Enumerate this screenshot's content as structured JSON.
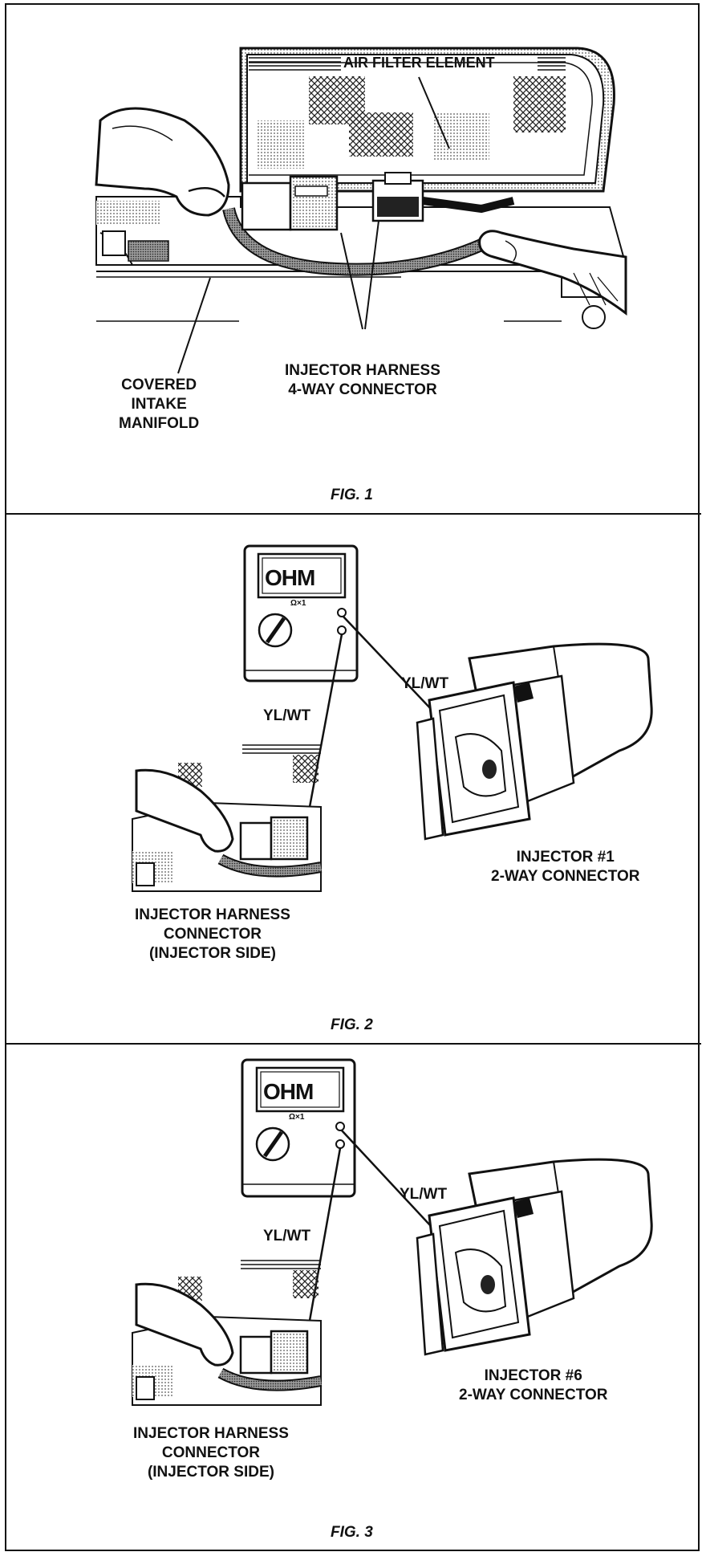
{
  "fig1": {
    "air_filter_label": "AIR FILTER ELEMENT",
    "injector_harness_label": [
      "INJECTOR HARNESS",
      "4-WAY CONNECTOR"
    ],
    "manifold_label": [
      "COVERED",
      "INTAKE",
      "MANIFOLD"
    ],
    "caption": "FIG. 1"
  },
  "fig2": {
    "meter_display": "OHM",
    "meter_range": "Ω×1",
    "wire_label_right": "YL/WT",
    "wire_label_left": "YL/WT",
    "connector_label": [
      "INJECTOR #1",
      "2-WAY CONNECTOR"
    ],
    "harness_label": [
      "INJECTOR HARNESS",
      "CONNECTOR",
      "(INJECTOR SIDE)"
    ],
    "caption": "FIG. 2"
  },
  "fig3": {
    "meter_display": "OHM",
    "meter_range": "Ω×1",
    "wire_label_right": "YL/WT",
    "wire_label_left": "YL/WT",
    "connector_label": [
      "INJECTOR #6",
      "2-WAY CONNECTOR"
    ],
    "harness_label": [
      "INJECTOR HARNESS",
      "CONNECTOR",
      "(INJECTOR SIDE)"
    ],
    "caption": "FIG. 3"
  }
}
